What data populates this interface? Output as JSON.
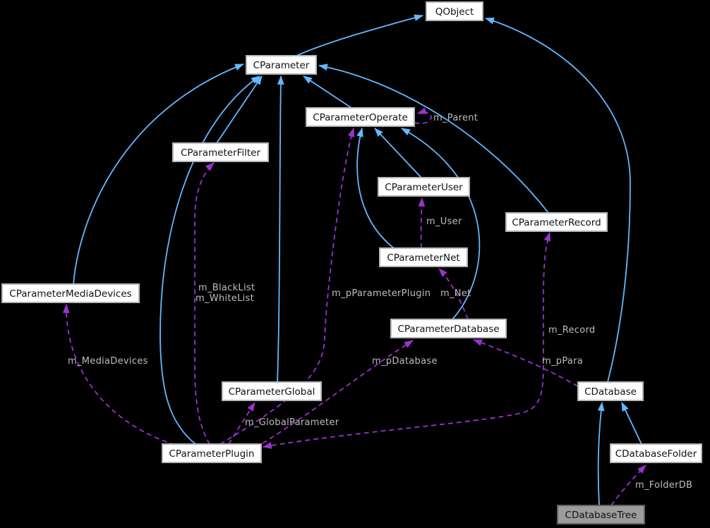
{
  "diagram": {
    "type": "class-collaboration-graph",
    "current_class": "CDatabaseTree",
    "colors": {
      "background": "#000000",
      "inherit_edge": "#63b8ff",
      "usage_edge": "#9a32cd",
      "edge_label_text": "#bdbdbd",
      "node_bg": "#ffffff",
      "node_border": "#b6b6b6",
      "node_text": "#111111",
      "current_node_bg": "#9c9c9c",
      "current_node_border": "#616161"
    },
    "nodes": {
      "qobject": {
        "label": "QObject"
      },
      "cparameter": {
        "label": "CParameter"
      },
      "cparameter_operate": {
        "label": "CParameterOperate"
      },
      "cparameter_filter": {
        "label": "CParameterFilter"
      },
      "cparameter_user": {
        "label": "CParameterUser"
      },
      "cparameter_net": {
        "label": "CParameterNet"
      },
      "cparameter_record": {
        "label": "CParameterRecord"
      },
      "cparameter_media_devices": {
        "label": "CParameterMediaDevices"
      },
      "cparameter_database": {
        "label": "CParameterDatabase"
      },
      "cparameter_global": {
        "label": "CParameterGlobal"
      },
      "cdatabase": {
        "label": "CDatabase"
      },
      "cparameter_plugin": {
        "label": "CParameterPlugin"
      },
      "cdatabase_folder": {
        "label": "CDatabaseFolder"
      },
      "cdatabase_tree": {
        "label": "CDatabaseTree"
      }
    },
    "edge_labels": {
      "m_parent": {
        "label": "m_Parent"
      },
      "m_user": {
        "label": "m_User"
      },
      "m_net": {
        "label": "m_Net"
      },
      "m_p_parameter_plugin": {
        "label": "m_pParameterPlugin"
      },
      "m_blacklist": {
        "label": "m_BlackList"
      },
      "m_whitelist": {
        "label": "m_WhiteList"
      },
      "m_media_devices": {
        "label": "m_MediaDevices"
      },
      "m_p_database": {
        "label": "m_pDatabase"
      },
      "m_p_para": {
        "label": "m_pPara"
      },
      "m_record": {
        "label": "m_Record"
      },
      "m_global_parameter": {
        "label": "m_GlobalParameter"
      },
      "m_folder_db": {
        "label": "m_FolderDB"
      }
    },
    "edges": {
      "inheritance": [
        {
          "from": "CParameter",
          "to": "QObject"
        },
        {
          "from": "CDatabase",
          "to": "QObject"
        },
        {
          "from": "CParameterOperate",
          "to": "CParameter"
        },
        {
          "from": "CParameterFilter",
          "to": "CParameter"
        },
        {
          "from": "CParameterMediaDevices",
          "to": "CParameter"
        },
        {
          "from": "CParameterGlobal",
          "to": "CParameter"
        },
        {
          "from": "CParameterPlugin",
          "to": "CParameter"
        },
        {
          "from": "CParameterRecord",
          "to": "CParameter"
        },
        {
          "from": "CParameterUser",
          "to": "CParameterOperate"
        },
        {
          "from": "CParameterNet",
          "to": "CParameterOperate"
        },
        {
          "from": "CParameterDatabase",
          "to": "CParameterOperate"
        },
        {
          "from": "CDatabaseFolder",
          "to": "CDatabase"
        },
        {
          "from": "CDatabaseTree",
          "to": "CDatabase"
        }
      ],
      "usage": [
        {
          "labels": [
            "m_Parent"
          ],
          "from": "CParameterOperate",
          "to": "CParameterOperate"
        },
        {
          "labels": [
            "m_User"
          ],
          "from": "CParameterNet",
          "to": "CParameterUser"
        },
        {
          "labels": [
            "m_Net"
          ],
          "from": "CParameterDatabase",
          "to": "CParameterNet"
        },
        {
          "labels": [
            "m_pParameterPlugin"
          ],
          "from": "CParameterPlugin",
          "to": "CParameterOperate"
        },
        {
          "labels": [
            "m_BlackList",
            "m_WhiteList"
          ],
          "from": "CParameterPlugin",
          "to": "CParameterFilter"
        },
        {
          "labels": [
            "m_MediaDevices"
          ],
          "from": "CParameterPlugin",
          "to": "CParameterMediaDevices"
        },
        {
          "labels": [
            "m_pDatabase"
          ],
          "from": "CParameterPlugin",
          "to": "CParameterDatabase"
        },
        {
          "labels": [
            "m_pPara"
          ],
          "from": "CDatabase",
          "to": "CParameterDatabase"
        },
        {
          "labels": [
            "m_GlobalParameter"
          ],
          "from": "CParameterPlugin",
          "to": "CParameterGlobal"
        },
        {
          "labels": [
            "m_Record"
          ],
          "from": "CParameterPlugin",
          "to": "CParameterRecord",
          "bidirectional": true
        },
        {
          "labels": [
            "m_FolderDB"
          ],
          "from": "CDatabaseTree",
          "to": "CDatabaseFolder"
        }
      ]
    }
  }
}
